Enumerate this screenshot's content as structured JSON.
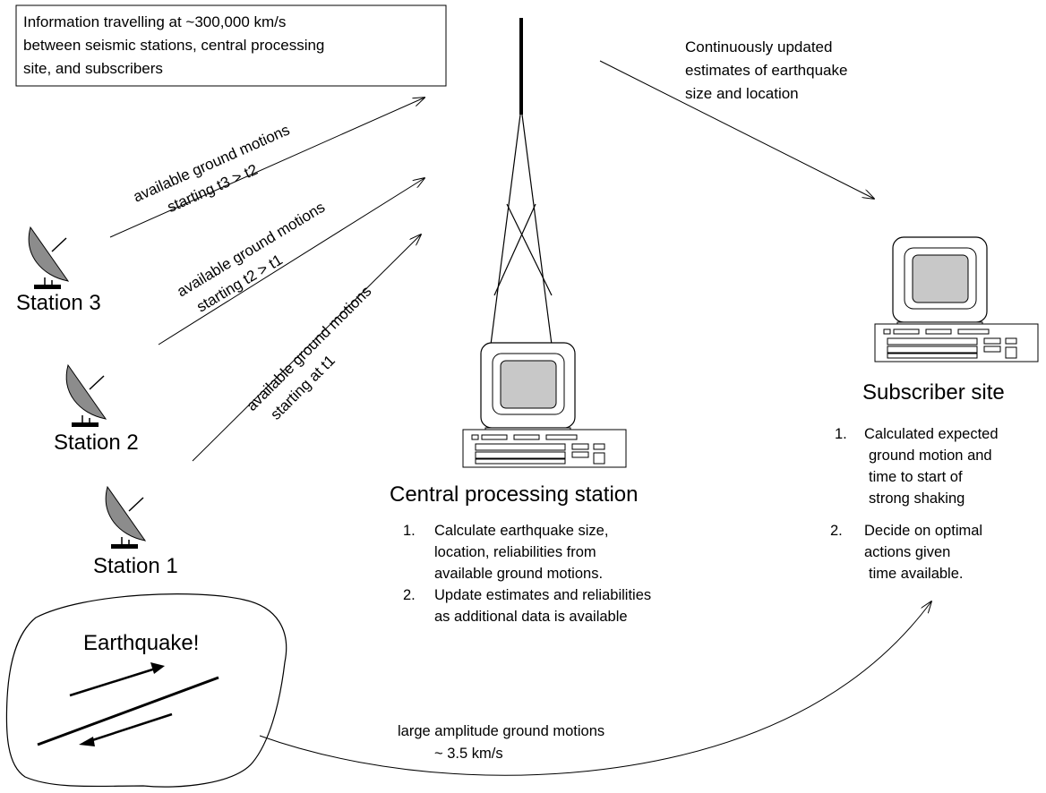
{
  "info_box": {
    "lines": [
      "Information travelling at ~300,000 km/s",
      "between seismic stations, central processing",
      "site, and subscribers"
    ]
  },
  "broadcast": {
    "lines": [
      "Continuously updated",
      "estimates of earthquake",
      "size and location"
    ]
  },
  "stations": [
    {
      "label": "Station 3"
    },
    {
      "label": "Station 2"
    },
    {
      "label": "Station 1"
    }
  ],
  "messages": {
    "station3": [
      "available ground motions",
      "starting t3 > t2"
    ],
    "station2": [
      "available ground motions",
      "starting   t2 > t1"
    ],
    "station1": [
      "available ground motions",
      "starting at t1"
    ]
  },
  "central": {
    "title": "Central processing station",
    "steps": [
      {
        "num": "1.",
        "lines": [
          "Calculate earthquake size,",
          "location, reliabilities from",
          "available ground motions."
        ]
      },
      {
        "num": "2.",
        "lines": [
          "Update estimates and reliabilities",
          "as additional data is available"
        ]
      }
    ]
  },
  "subscriber": {
    "title": "Subscriber site",
    "steps": [
      {
        "num": "1.",
        "lines": [
          "Calculated expected",
          "ground motion and",
          "time to start of",
          "strong shaking"
        ]
      },
      {
        "num": "2.",
        "lines": [
          "Decide on optimal",
          "actions given",
          "time available."
        ]
      }
    ]
  },
  "earthquake": {
    "label": "Earthquake!",
    "wave_lines": [
      "large amplitude ground motions",
      "~ 3.5 km/s"
    ]
  }
}
